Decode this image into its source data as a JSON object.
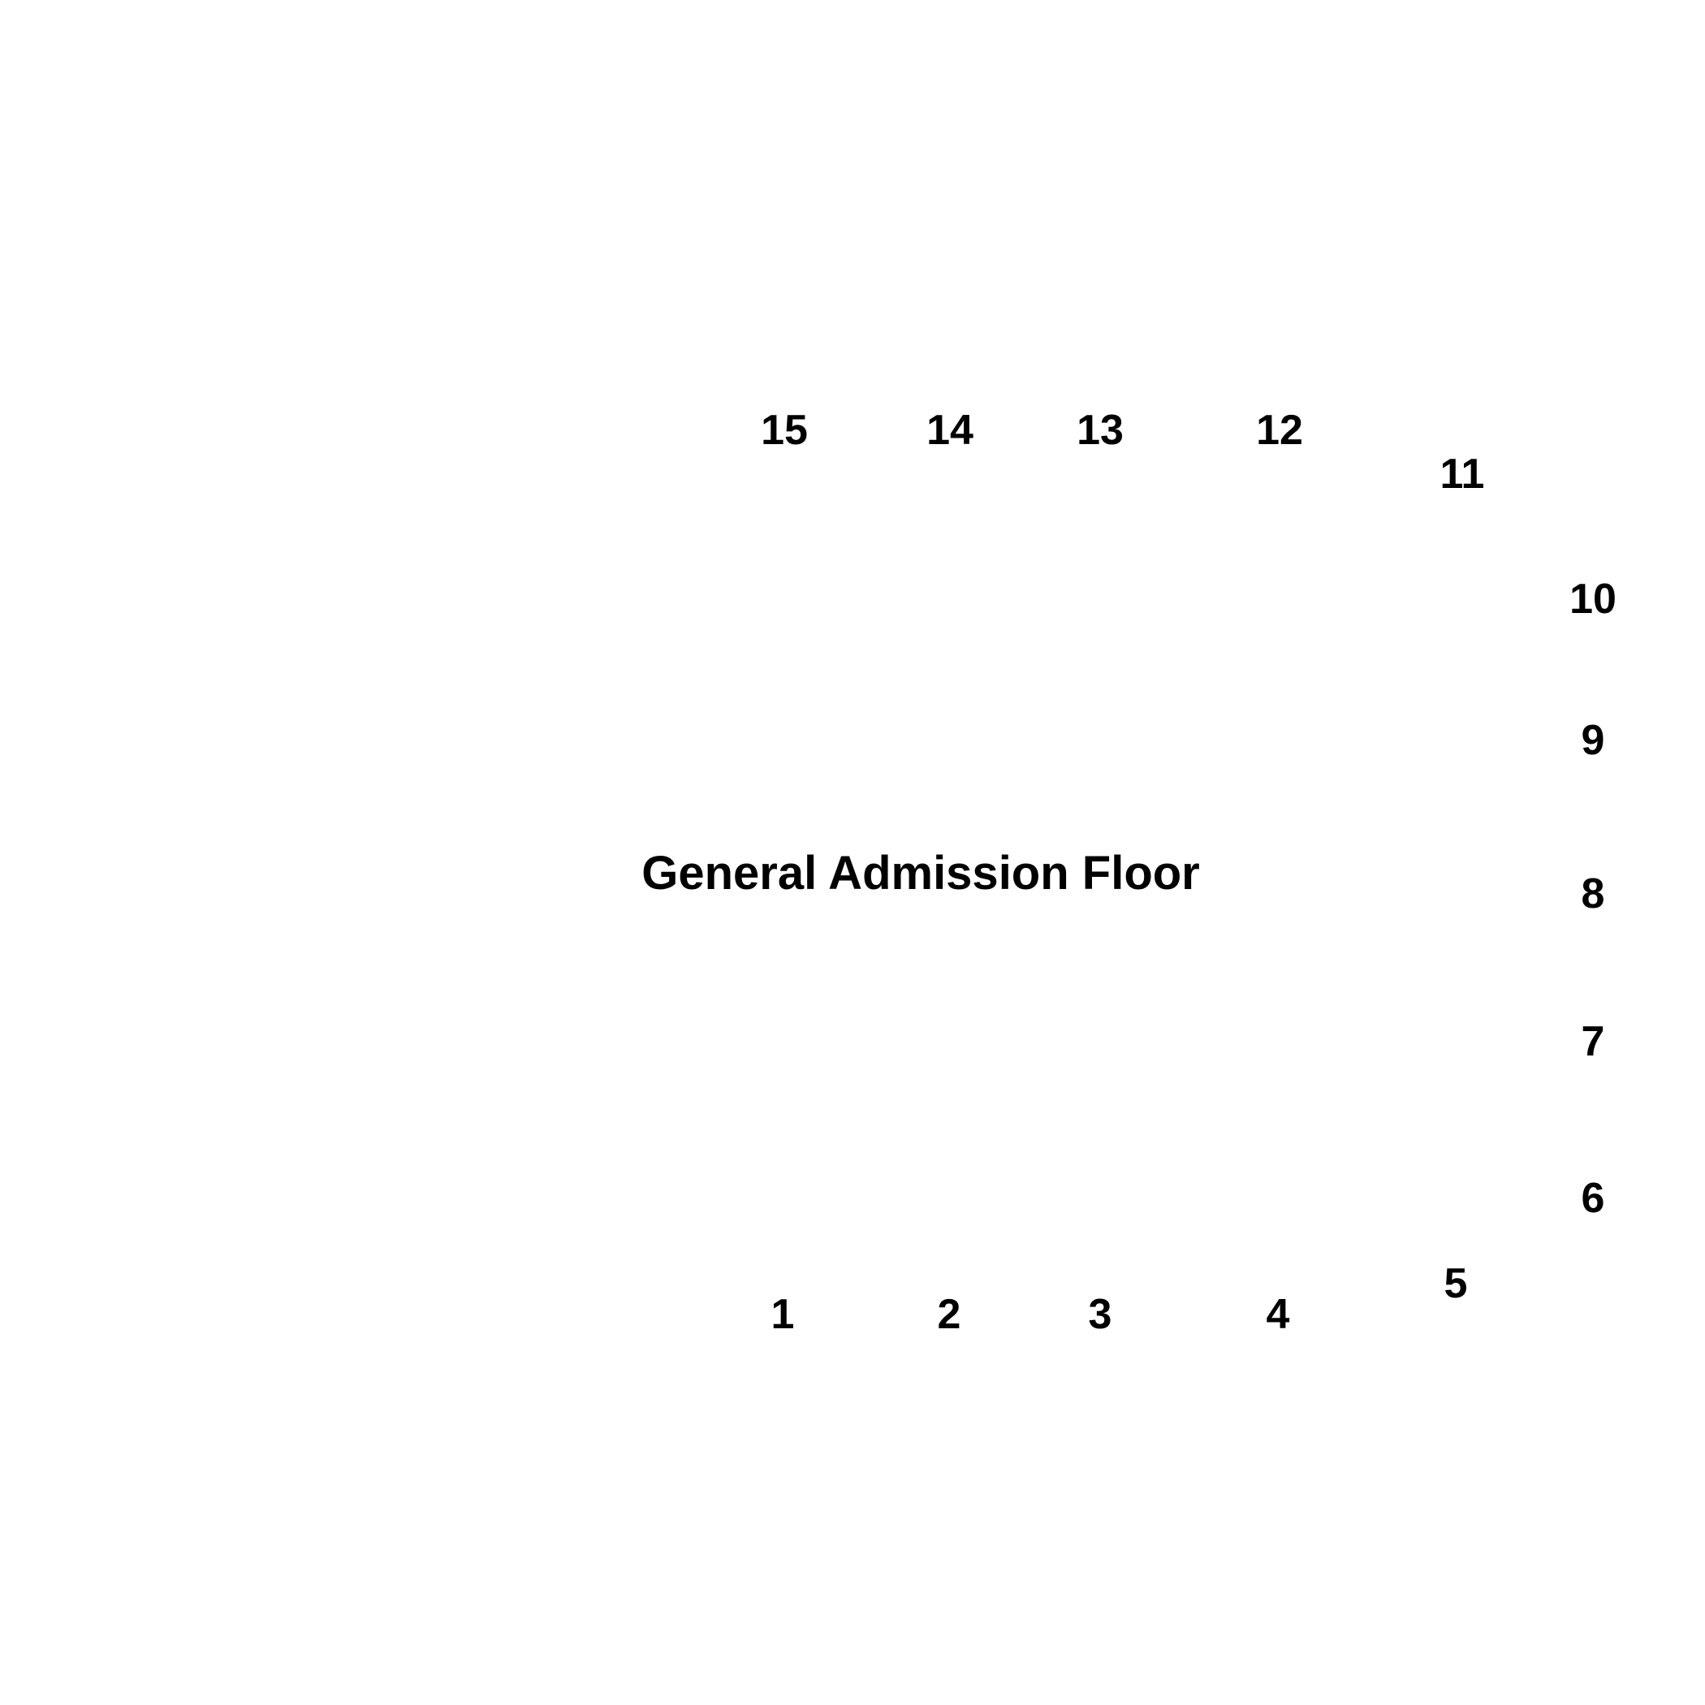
{
  "venue": {
    "floor_label": "General Admission Floor",
    "sections": [
      {
        "id": "1",
        "label": "1"
      },
      {
        "id": "2",
        "label": "2"
      },
      {
        "id": "3",
        "label": "3"
      },
      {
        "id": "4",
        "label": "4"
      },
      {
        "id": "5",
        "label": "5"
      },
      {
        "id": "6",
        "label": "6"
      },
      {
        "id": "7",
        "label": "7"
      },
      {
        "id": "8",
        "label": "8"
      },
      {
        "id": "9",
        "label": "9"
      },
      {
        "id": "10",
        "label": "10"
      },
      {
        "id": "11",
        "label": "11"
      },
      {
        "id": "12",
        "label": "12"
      },
      {
        "id": "13",
        "label": "13"
      },
      {
        "id": "14",
        "label": "14"
      },
      {
        "id": "15",
        "label": "15"
      }
    ]
  },
  "colors": {
    "background": "#ffffff",
    "text": "#000000"
  }
}
